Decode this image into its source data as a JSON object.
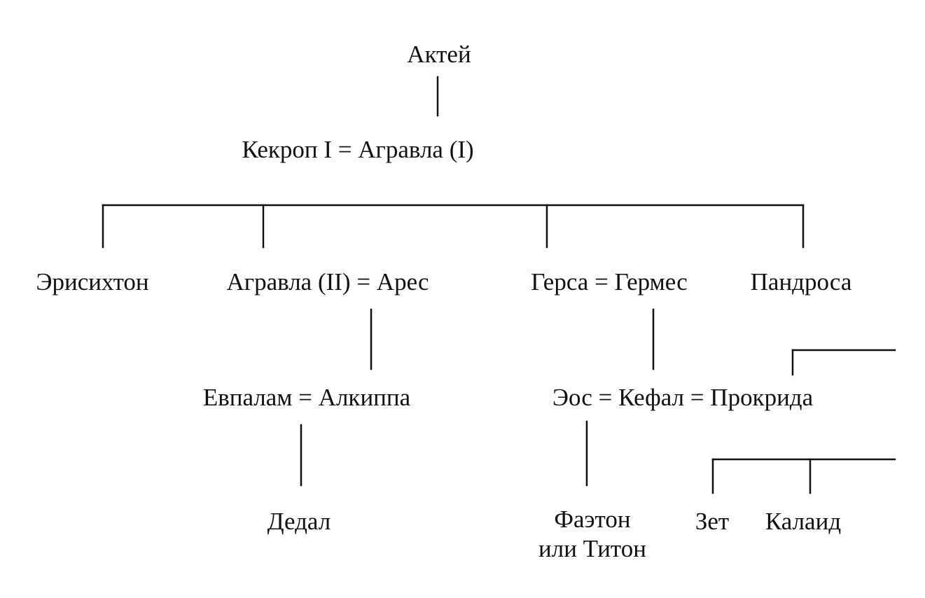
{
  "colors": {
    "ink": "#111111",
    "background": "#ffffff"
  },
  "nodes": {
    "aktei": "Актей",
    "kekrop_couple": "Кекроп I = Агравла (I)",
    "erisikhton": "Эрисихтон",
    "agravla2_ares": "Агравла (II) = Арес",
    "gersa_germes": "Герса = Гермес",
    "pandrosa": "Пандроса",
    "evpalam_alkippa": "Евпалам = Алкиппа",
    "eos_kefal_prokrida": "Эос = Кефал = Прокрида",
    "dedal": "Дедал",
    "faeton_line1": "Фаэтон",
    "faeton_line2": "или Титон",
    "zet": "Зет",
    "kalaid": "Калаид"
  }
}
